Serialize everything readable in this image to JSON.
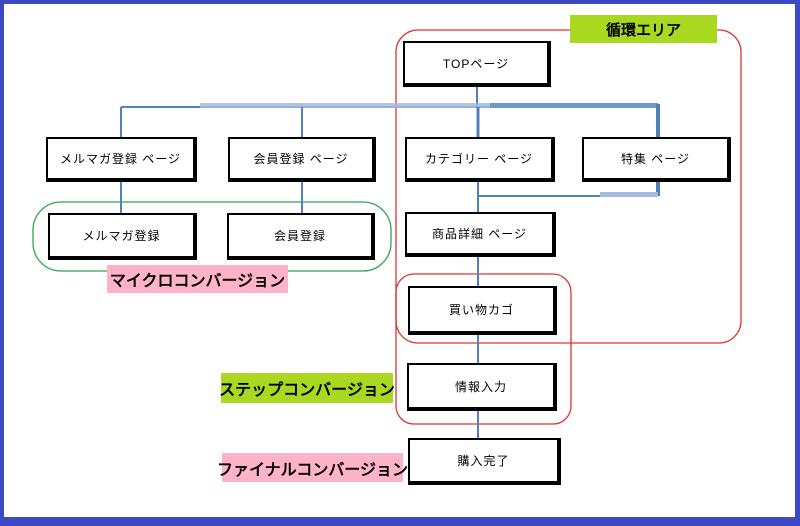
{
  "nodes": {
    "top_page": "TOPページ",
    "mailmag_page": "メルマガ登録 ページ",
    "member_page": "会員登録 ページ",
    "category_page": "カテゴリー ページ",
    "special_page": "特集 ページ",
    "mailmag": "メルマガ登録",
    "member": "会員登録",
    "product_detail": "商品詳細 ページ",
    "cart": "買い物カゴ",
    "info_input": "情報入力",
    "purchase_done": "購入完了"
  },
  "region_labels": {
    "loop_area": "循環エリア",
    "micro_conversion": "マイクロコンバージョン",
    "step_conversion": "ステップコンバージョン",
    "final_conversion": "ファイナルコンバージョン"
  },
  "colors": {
    "window_frame": "#3d48c5",
    "connector": "#4f81bd",
    "connector_light": "#a3bcdf",
    "connector_mid": "#6f98c9",
    "loop_outline_red": "#e23333",
    "micro_outline_green": "#2fa353",
    "label_green_bg": "#a8d820",
    "label_pink_bg": "#ffb3c9",
    "node_border": "#000000",
    "node_bg": "#ffffff"
  }
}
